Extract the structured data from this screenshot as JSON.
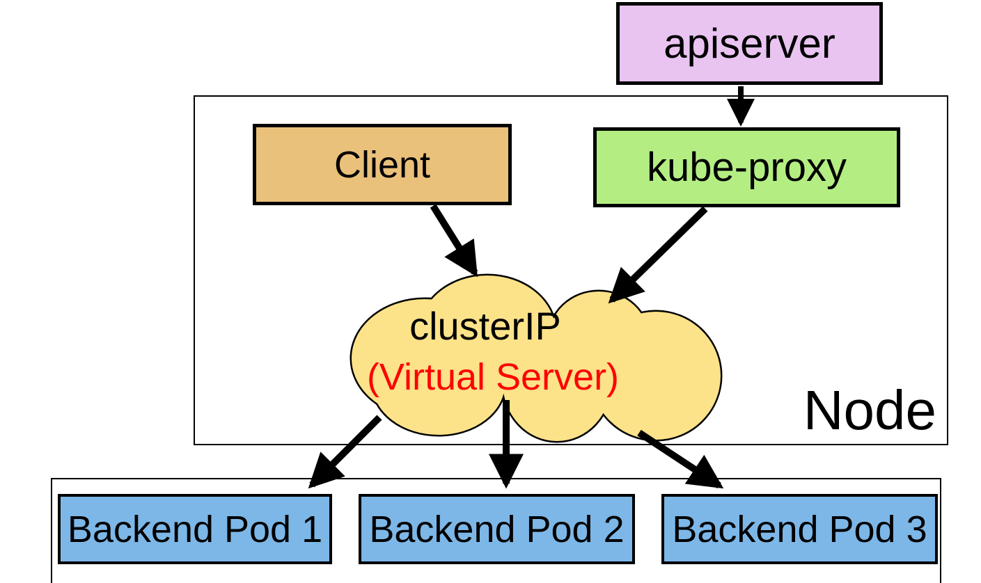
{
  "diagram": {
    "node_box": {
      "label": "Node"
    },
    "apiserver": {
      "label": "apiserver",
      "fill": "#e9c4f1"
    },
    "client": {
      "label": "Client",
      "fill": "#eac17b"
    },
    "kube_proxy": {
      "label": "kube-proxy",
      "fill": "#b4ee83"
    },
    "cluster_ip": {
      "label": "clusterIP",
      "sublabel": "(Virtual Server)",
      "fill": "#fce289",
      "label_color": "#000000",
      "sublabel_color": "#ff0000"
    },
    "pods": {
      "fill": "#7db7e7",
      "items": [
        {
          "label": "Backend Pod 1"
        },
        {
          "label": "Backend Pod 2"
        },
        {
          "label": "Backend Pod 3"
        }
      ]
    },
    "edges": [
      {
        "from": "apiserver",
        "to": "kube-proxy"
      },
      {
        "from": "Client",
        "to": "clusterIP"
      },
      {
        "from": "kube-proxy",
        "to": "clusterIP"
      },
      {
        "from": "clusterIP",
        "to": "Backend Pod 1"
      },
      {
        "from": "clusterIP",
        "to": "Backend Pod 2"
      },
      {
        "from": "clusterIP",
        "to": "Backend Pod 3"
      }
    ],
    "arrow_color": "#000000",
    "border_color": "#000000",
    "text_color": "#000000"
  }
}
